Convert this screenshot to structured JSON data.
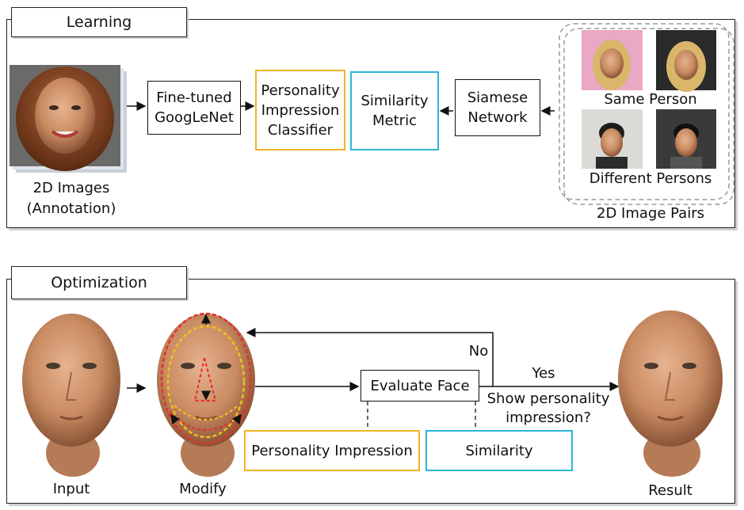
{
  "learning": {
    "tab": "Learning",
    "image_caption_1": "2D Images",
    "image_caption_2": "(Annotation)",
    "googlenet": "Fine-tuned\nGoogLeNet",
    "classifier": "Personality\nImpression\nClassifier",
    "metric": "Similarity\nMetric",
    "siamese": "Siamese\nNetwork",
    "same_person": "Same Person",
    "different_persons": "Different Persons",
    "pairs_caption": "2D Image Pairs"
  },
  "optimization": {
    "tab": "Optimization",
    "input": "Input",
    "modify": "Modify",
    "result": "Result",
    "evaluate": "Evaluate Face",
    "no": "No",
    "yes": "Yes",
    "question_1": "Show personality",
    "question_2": "impression?",
    "personality_impression": "Personality Impression",
    "similarity": "Similarity"
  },
  "colors": {
    "yellow": "#f0b428",
    "cyan": "#2bb8d8",
    "modify_red": "#e53030",
    "modify_yellow": "#f0c020"
  }
}
